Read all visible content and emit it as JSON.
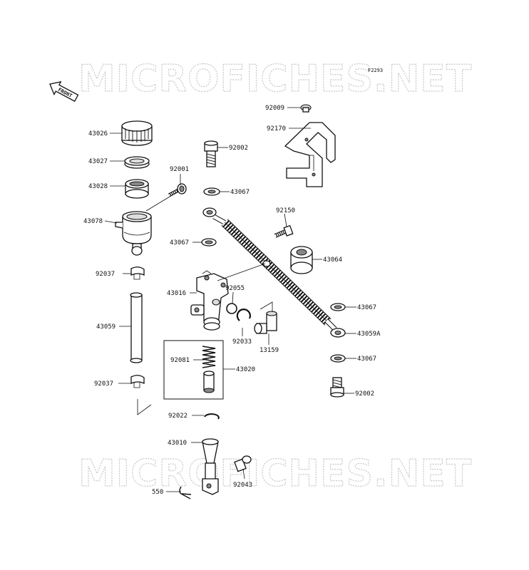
{
  "watermark": "MICROFICHES.NET",
  "figure_code": "F2293",
  "front_marker": "FRONT",
  "parts": [
    {
      "id": "p43026",
      "num": "43026"
    },
    {
      "id": "p43027",
      "num": "43027"
    },
    {
      "id": "p43028",
      "num": "43028"
    },
    {
      "id": "p43078",
      "num": "43078"
    },
    {
      "id": "p92001",
      "num": "92001"
    },
    {
      "id": "p92002a",
      "num": "92002"
    },
    {
      "id": "p43067a",
      "num": "43067"
    },
    {
      "id": "p92009",
      "num": "92009"
    },
    {
      "id": "p92170",
      "num": "92170"
    },
    {
      "id": "p92150",
      "num": "92150"
    },
    {
      "id": "p43067b",
      "num": "43067"
    },
    {
      "id": "p43064",
      "num": "43064"
    },
    {
      "id": "p92037a",
      "num": "92037"
    },
    {
      "id": "p43016",
      "num": "43016"
    },
    {
      "id": "p92055",
      "num": "92055"
    },
    {
      "id": "p43067c",
      "num": "43067"
    },
    {
      "id": "p43059a",
      "num": "43059A"
    },
    {
      "id": "p43059",
      "num": "43059"
    },
    {
      "id": "p92033",
      "num": "92033"
    },
    {
      "id": "p13159",
      "num": "13159"
    },
    {
      "id": "p43067d",
      "num": "43067"
    },
    {
      "id": "p92081",
      "num": "92081"
    },
    {
      "id": "p43020",
      "num": "43020"
    },
    {
      "id": "p92037b",
      "num": "92037"
    },
    {
      "id": "p92002b",
      "num": "92002"
    },
    {
      "id": "p92022",
      "num": "92022"
    },
    {
      "id": "p43010",
      "num": "43010"
    },
    {
      "id": "p92043",
      "num": "92043"
    },
    {
      "id": "p550",
      "num": "550"
    }
  ]
}
